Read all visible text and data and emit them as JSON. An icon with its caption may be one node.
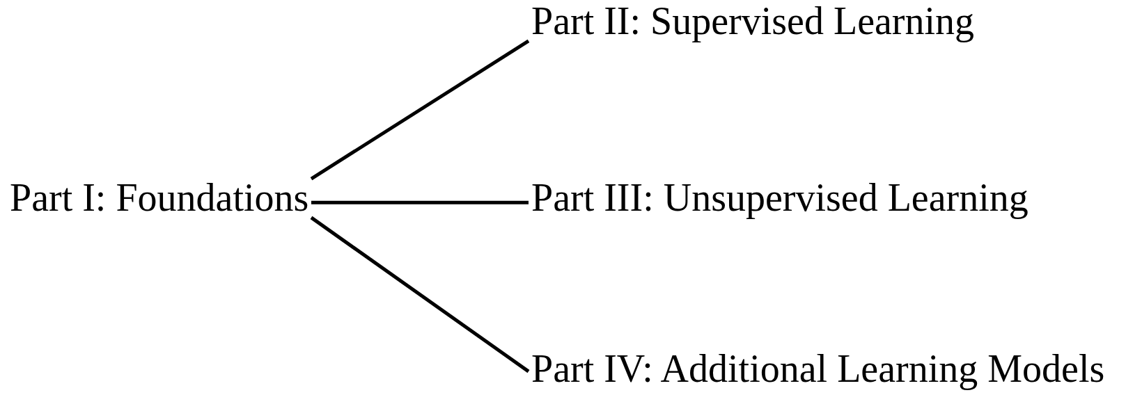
{
  "diagram": {
    "nodes": [
      {
        "text": [
          "Part I: Foundations"
        ]
      },
      {
        "text": [
          "Part II: Supervised Learning"
        ]
      },
      {
        "text": [
          "Part III: Unsupervised Learning"
        ]
      },
      {
        "text": [
          "Part IV: Additional Learning Models"
        ]
      }
    ],
    "edges": [
      {
        "from": 0,
        "to": 1,
        "arrow": "none"
      },
      {
        "from": 0,
        "to": 2,
        "arrow": "none"
      },
      {
        "from": 0,
        "to": 3,
        "arrow": "none"
      }
    ]
  }
}
